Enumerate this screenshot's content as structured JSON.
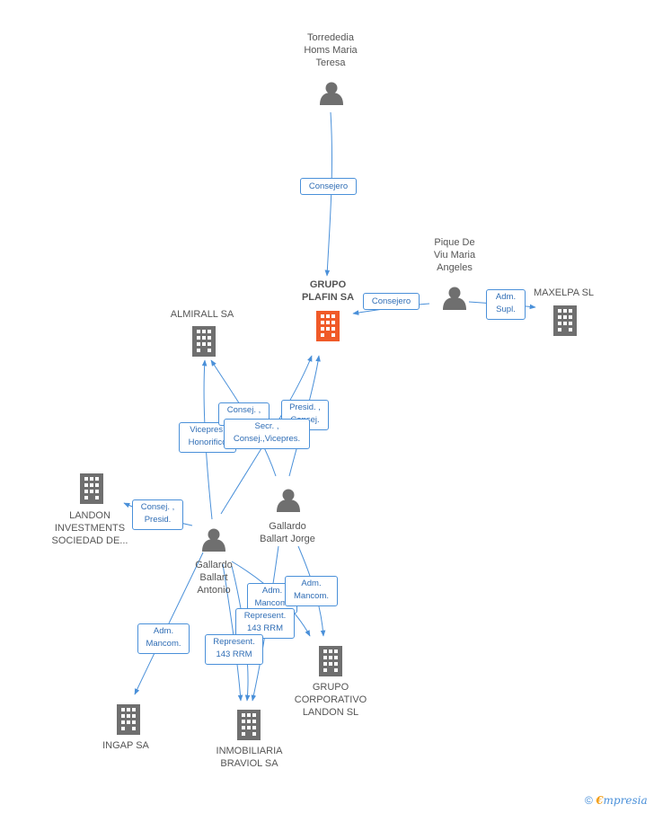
{
  "nodes": {
    "torrededia": "Torrededia\nHoms Maria\nTeresa",
    "grupo_plafin": "GRUPO\nPLAFIN SA",
    "pique": "Pique De\nViu Maria\nAngeles",
    "maxelpa": "MAXELPA SL",
    "almirall": "ALMIRALL SA",
    "landon_inv": "LANDON\nINVESTMENTS\nSOCIEDAD DE...",
    "gallardo_jorge": "Gallardo\nBallart Jorge",
    "gallardo_antonio": "Gallardo\nBallart\nAntonio",
    "grupo_landon": "GRUPO\nCORPORATIVO\nLANDON SL",
    "ingap": "INGAP SA",
    "inmobiliaria": "INMOBILIARIA\nBRAVIOL SA"
  },
  "edges": {
    "e1": "Consejero",
    "e2": "Consejero",
    "e3": "Adm.\nSupl.",
    "e4": "Vicepres.\nHonorifico",
    "e5": "Consej. ,\n...",
    "e6": "Presid. ,\nConsej.",
    "e7": "Secr. ,\nConsej.,Vicepres.",
    "e8": "Consej. ,\nPresid.",
    "e9": "Adm.\nMancom.",
    "e10": "Adm.\nMancom.",
    "e11": "Represent.\n143 RRM",
    "e12": "Adm.\nMancom.",
    "e13": "Represent.\n143 RRM"
  },
  "footer": {
    "copyright": "©",
    "brand_e": "€",
    "brand_rest": "mpresia"
  },
  "colors": {
    "edge": "#4a90d9",
    "building": "#6f6f6f",
    "building_main": "#f05a28",
    "person": "#6f6f6f"
  }
}
